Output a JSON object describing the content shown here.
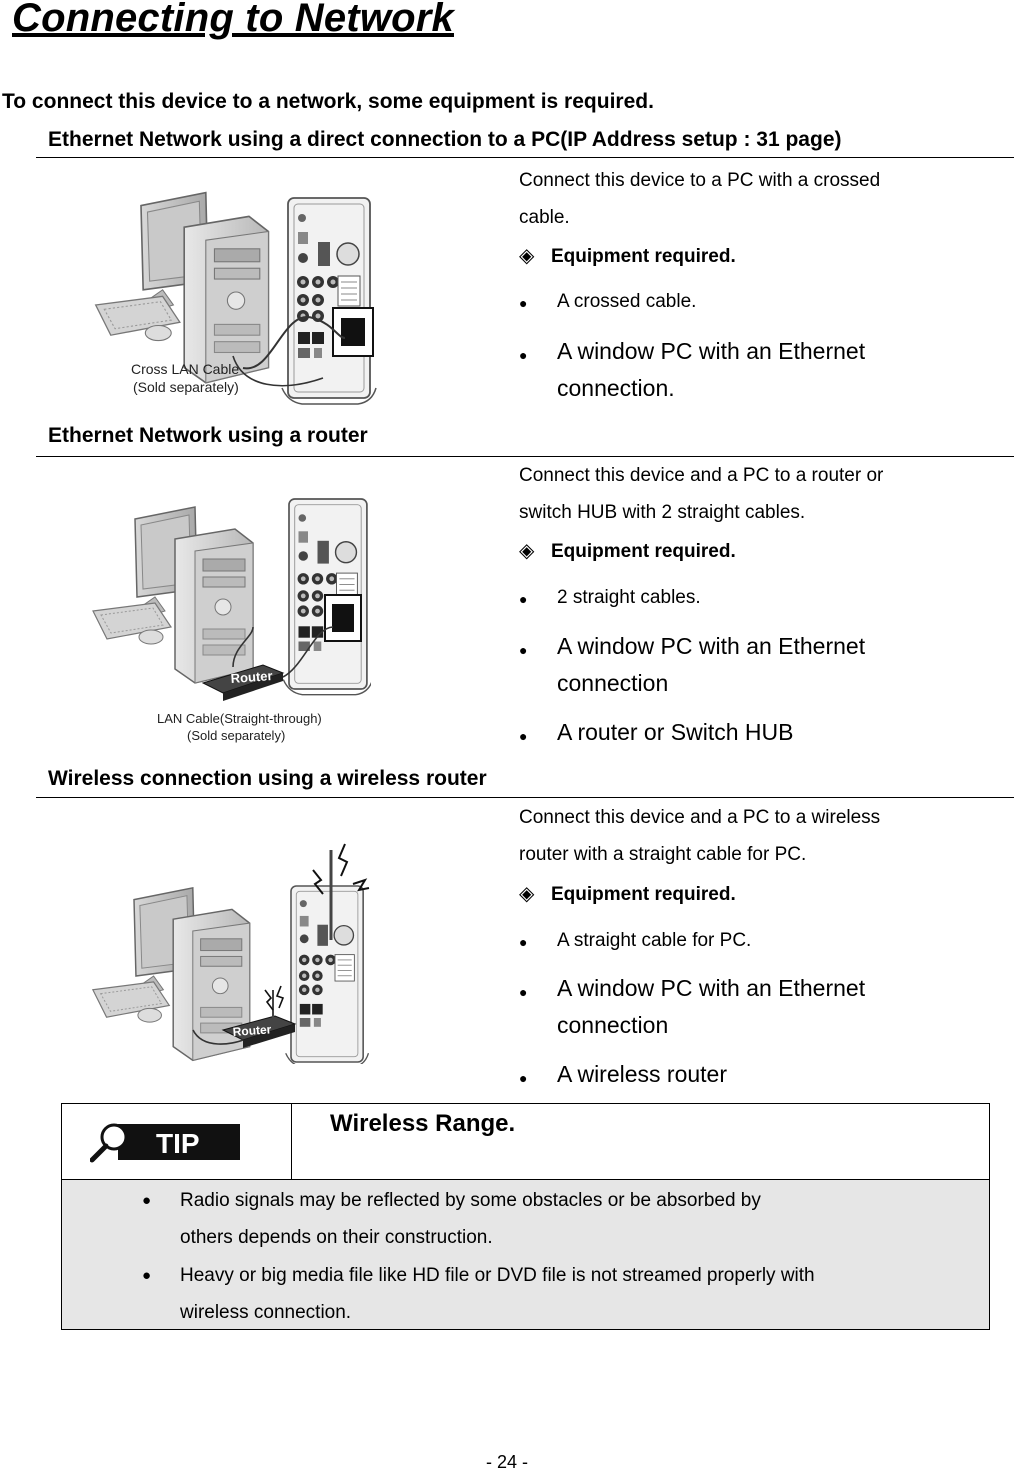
{
  "title": "Connecting to Network",
  "intro": "To connect this device to a network, some equipment is required.",
  "sections": [
    {
      "heading": "Ethernet Network using a direct connection to a PC(IP Address setup : 31 page)",
      "description": [
        "Connect this device to a PC with a crossed",
        "cable."
      ],
      "equipment_label": "Equipment required.",
      "items": [
        {
          "lines": [
            "A crossed cable."
          ]
        },
        {
          "lines": [
            "A window PC with an Ethernet",
            "connection."
          ]
        }
      ],
      "image_labels": [
        "Cross LAN Cable",
        "(Sold separately)"
      ]
    },
    {
      "heading": "Ethernet Network using a router",
      "description": [
        "Connect this device and a PC to a router or",
        "switch HUB with 2 straight cables."
      ],
      "equipment_label": "Equipment required.",
      "items": [
        {
          "lines": [
            "2 straight cables."
          ]
        },
        {
          "lines": [
            "A window PC with an Ethernet",
            "connection"
          ]
        },
        {
          "lines": [
            "A router or Switch HUB"
          ]
        }
      ],
      "image_labels": [
        "Router",
        "LAN Cable(Straight-through)",
        "(Sold separately)"
      ]
    },
    {
      "heading": "Wireless connection using a wireless router",
      "description": [
        "Connect this device and a PC to a wireless",
        "router with a straight cable for PC."
      ],
      "equipment_label": "Equipment required.",
      "items": [
        {
          "lines": [
            "A straight cable for PC."
          ]
        },
        {
          "lines": [
            "A window PC with an Ethernet",
            "connection"
          ]
        },
        {
          "lines": [
            "A wireless router"
          ]
        }
      ],
      "image_labels": [
        "Router"
      ]
    }
  ],
  "tip": {
    "badge": "TIP",
    "title": "Wireless Range.",
    "items": [
      {
        "lines": [
          "Radio signals may be reflected by some obstacles or be absorbed by",
          "others depends on their construction."
        ]
      },
      {
        "lines": [
          "Heavy or big media file like HD file or DVD file is not streamed properly with",
          "wireless connection."
        ]
      }
    ]
  },
  "page_number": "- 24 -"
}
